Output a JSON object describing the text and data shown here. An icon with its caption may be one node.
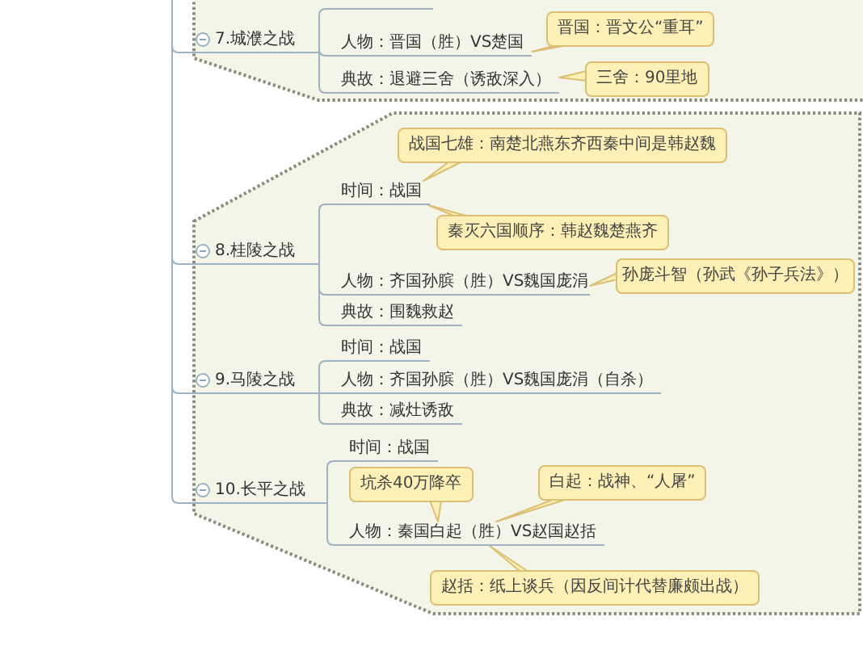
{
  "diagram": {
    "nodes": [
      {
        "text": [],
        "shape": "box"
      },
      {
        "text": [
          "7.城濮之战"
        ],
        "in": 0
      },
      {
        "text": [
          "晋国：晋文公“重耳”"
        ],
        "in": 0
      },
      {
        "text": [
          "人物：晋国（胜）VS楚国"
        ],
        "in": 0
      },
      {
        "text": [
          "典故：退避三舍（诱敌深入）"
        ],
        "in": 0
      },
      {
        "text": [
          "三舍：90里地"
        ],
        "in": 0
      },
      {
        "text": [],
        "shape": "box"
      },
      {
        "text": [
          "战国七雄：南楚北燕东齐西秦中间是韩赵魏"
        ],
        "in": 6
      },
      {
        "text": [
          "时间：战国"
        ],
        "in": 6
      },
      {
        "text": [
          "8.桂陵之战"
        ],
        "in": 6
      },
      {
        "text": [
          "秦灭六国顺序：韩赵魏楚燕齐"
        ],
        "in": 6
      },
      {
        "text": [
          "人物：齐国孙膑（胜）VS魏国庞涓"
        ],
        "in": 6
      },
      {
        "text": [
          "孙庞斗智（孙武《孙子兵法》）"
        ],
        "in": 6
      },
      {
        "text": [
          "典故：围魏救赵"
        ],
        "in": 6
      },
      {
        "text": [
          "时间：战国"
        ],
        "in": 6
      },
      {
        "text": [
          "9.马陵之战"
        ],
        "in": 6
      },
      {
        "text": [
          "人物：齐国孙膑（胜）VS魏国庞涓（自杀）"
        ],
        "in": 6
      },
      {
        "text": [
          "典故：减灶诱敌"
        ],
        "in": 6
      },
      {
        "text": [
          "时间：战国"
        ],
        "in": 6
      },
      {
        "text": [
          "10.长平之战"
        ],
        "in": 6
      },
      {
        "text": [
          "坑杀40万降卒"
        ],
        "in": 6
      },
      {
        "text": [
          "白起：战神、“人屠”"
        ],
        "in": 6
      },
      {
        "text": [
          "人物：秦国白起（胜）VS赵国赵括"
        ],
        "in": 6
      },
      {
        "text": [
          "赵括：纸上谈兵（因反间计代替廉颇出战）"
        ],
        "in": 6
      }
    ],
    "edges": [
      {
        "from": null,
        "to": 1,
        "arrow": "none"
      },
      {
        "from": null,
        "to": 9,
        "arrow": "none"
      },
      {
        "from": null,
        "to": 15,
        "arrow": "none"
      },
      {
        "from": null,
        "to": 19,
        "arrow": "none"
      },
      {
        "from": 1,
        "to": null,
        "arrow": "none"
      },
      {
        "from": 1,
        "to": 3,
        "arrow": "none"
      },
      {
        "from": 1,
        "to": 4,
        "arrow": "none"
      },
      {
        "from": 2,
        "to": 3,
        "arrow": "none",
        "color": "#dcbf74"
      },
      {
        "from": 5,
        "to": 4,
        "arrow": "none",
        "color": "#dcbf74"
      },
      {
        "from": 9,
        "to": 8,
        "arrow": "none"
      },
      {
        "from": 9,
        "to": 11,
        "arrow": "none"
      },
      {
        "from": 9,
        "to": 13,
        "arrow": "none"
      },
      {
        "from": 7,
        "to": 8,
        "arrow": "none",
        "color": "#dcbf74"
      },
      {
        "from": 10,
        "to": 8,
        "arrow": "none",
        "color": "#dcbf74"
      },
      {
        "from": 12,
        "to": 11,
        "arrow": "none",
        "color": "#dcbf74"
      },
      {
        "from": 15,
        "to": 14,
        "arrow": "none"
      },
      {
        "from": 15,
        "to": 16,
        "arrow": "none"
      },
      {
        "from": 15,
        "to": 17,
        "arrow": "none"
      },
      {
        "from": 19,
        "to": 18,
        "arrow": "none"
      },
      {
        "from": 19,
        "to": 22,
        "arrow": "none"
      },
      {
        "from": 20,
        "to": 22,
        "arrow": "none",
        "color": "#dcbf74"
      },
      {
        "from": 21,
        "to": 22,
        "arrow": "none",
        "color": "#dcbf74"
      },
      {
        "from": 23,
        "to": 22,
        "arrow": "none",
        "color": "#dcbf74"
      }
    ]
  }
}
